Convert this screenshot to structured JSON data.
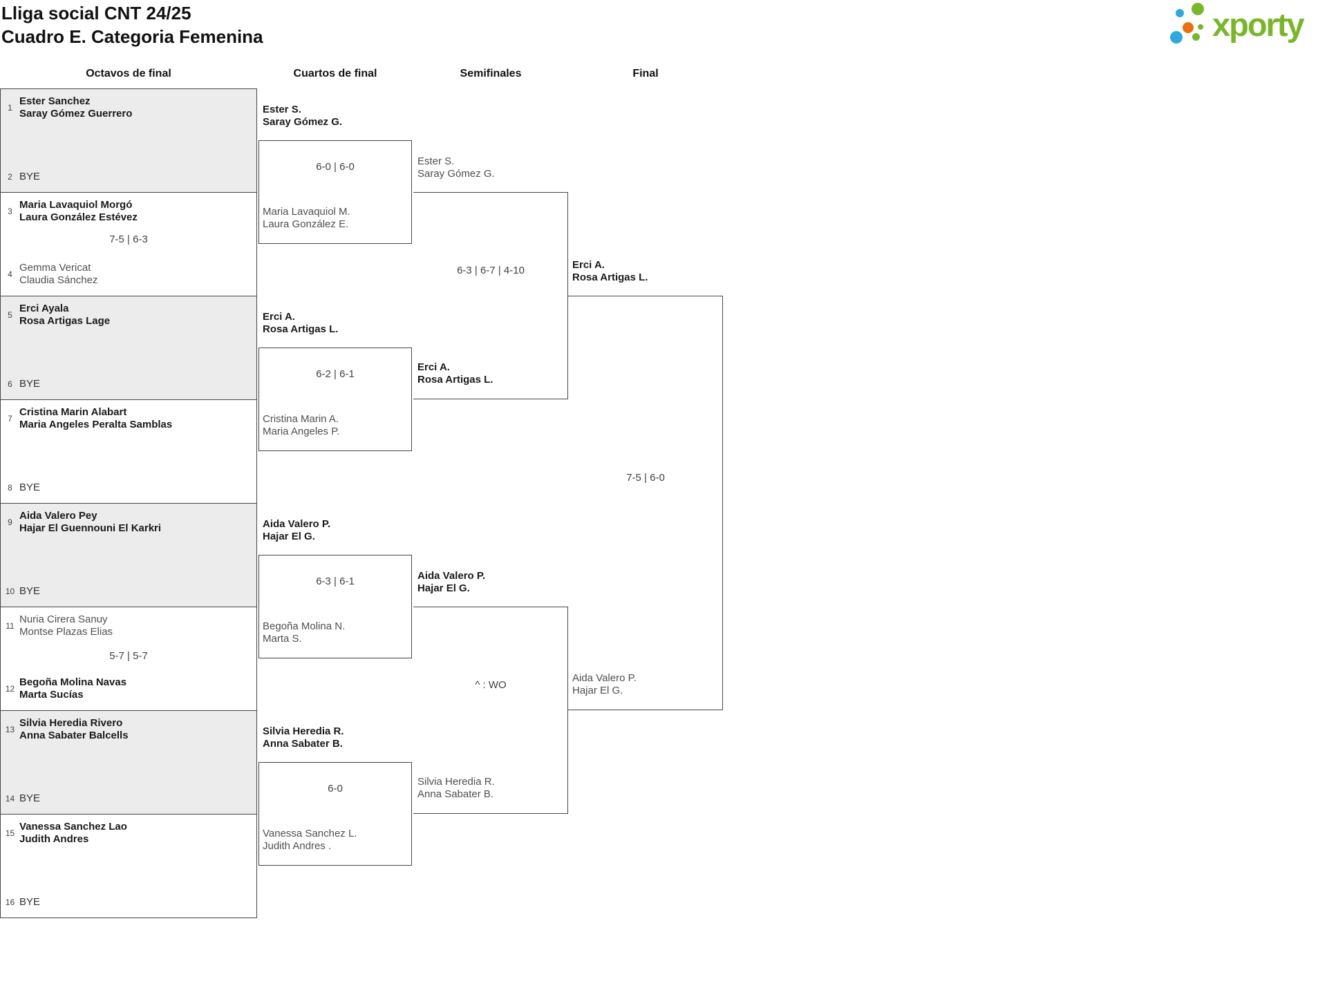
{
  "title": {
    "line1": "Lliga social CNT 24/25",
    "line2": "Cuadro E. Categoria Femenina"
  },
  "logo": {
    "brand": "xporty",
    "green": "#7ab62c",
    "blue": "#2ea9e0",
    "orange": "#e87211"
  },
  "rounds": [
    {
      "label": "Octavos de final"
    },
    {
      "label": "Cuartos de final"
    },
    {
      "label": "Semifinales"
    },
    {
      "label": "Final"
    }
  ],
  "round1": [
    {
      "seed1": "1",
      "team1": [
        "Ester Sanchez",
        "Saray Gómez Guerrero"
      ],
      "seed2": "2",
      "team2": [
        "BYE"
      ]
    },
    {
      "seed1": "3",
      "team1": [
        "Maria Lavaquiol Morgó",
        "Laura González Estévez"
      ],
      "score": "7-5 | 6-3",
      "seed2": "4",
      "team2": [
        "Gemma Vericat",
        "Claudia Sánchez"
      ]
    },
    {
      "seed1": "5",
      "team1": [
        "Erci Ayala",
        "Rosa Artigas Lage"
      ],
      "seed2": "6",
      "team2": [
        "BYE"
      ]
    },
    {
      "seed1": "7",
      "team1": [
        "Cristina Marin Alabart",
        "Maria Angeles Peralta Samblas"
      ],
      "seed2": "8",
      "team2": [
        "BYE"
      ]
    },
    {
      "seed1": "9",
      "team1": [
        "Aida Valero Pey",
        "Hajar El Guennouni El Karkri"
      ],
      "seed2": "10",
      "team2": [
        "BYE"
      ]
    },
    {
      "seed1": "11",
      "team1": [
        "Nuria Cirera Sanuy",
        "Montse Plazas Elias"
      ],
      "score": "5-7 | 5-7",
      "seed2": "12",
      "team2": [
        "Begoña Molina Navas",
        "Marta Sucías"
      ]
    },
    {
      "seed1": "13",
      "team1": [
        "Silvia Heredia Rivero",
        "Anna Sabater Balcells"
      ],
      "seed2": "14",
      "team2": [
        "BYE"
      ]
    },
    {
      "seed1": "15",
      "team1": [
        "Vanessa Sanchez Lao",
        "Judith Andres"
      ],
      "seed2": "16",
      "team2": [
        "BYE"
      ]
    }
  ],
  "quarterfinals": [
    {
      "winner": [
        "Ester S.",
        "Saray Gómez G."
      ],
      "score": "6-0 | 6-0",
      "loser": [
        "Maria Lavaquiol M.",
        "Laura González E."
      ]
    },
    {
      "winner": [
        "Erci A.",
        "Rosa Artigas L."
      ],
      "score": "6-2 | 6-1",
      "loser": [
        "Cristina Marin A.",
        "Maria Angeles P."
      ]
    },
    {
      "winner": [
        "Aida Valero P.",
        "Hajar El G."
      ],
      "score": "6-3 | 6-1",
      "loser": [
        "Begoña Molina N.",
        "Marta S."
      ]
    },
    {
      "winner": [
        "Silvia Heredia R.",
        "Anna Sabater B."
      ],
      "score": "6-0",
      "loser": [
        "Vanessa Sanchez L.",
        "Judith Andres ."
      ]
    }
  ],
  "semifinals": [
    {
      "top": [
        "Ester S.",
        "Saray Gómez G."
      ],
      "top_result": "loser",
      "score": "6-3 | 6-7 | 4-10",
      "bottom": [
        "Erci A.",
        "Rosa Artigas L."
      ],
      "bottom_result": "winner"
    },
    {
      "top": [
        "Aida Valero P.",
        "Hajar El G."
      ],
      "top_result": "winner",
      "score": "^ : WO",
      "bottom": [
        "Silvia Heredia R.",
        "Anna Sabater B."
      ],
      "bottom_result": "loser"
    }
  ],
  "final": {
    "top": [
      "Erci A.",
      "Rosa Artigas L."
    ],
    "top_result": "winner",
    "score": "7-5 | 6-0",
    "bottom": [
      "Aida Valero P.",
      "Hajar El G."
    ],
    "bottom_result": "loser"
  }
}
